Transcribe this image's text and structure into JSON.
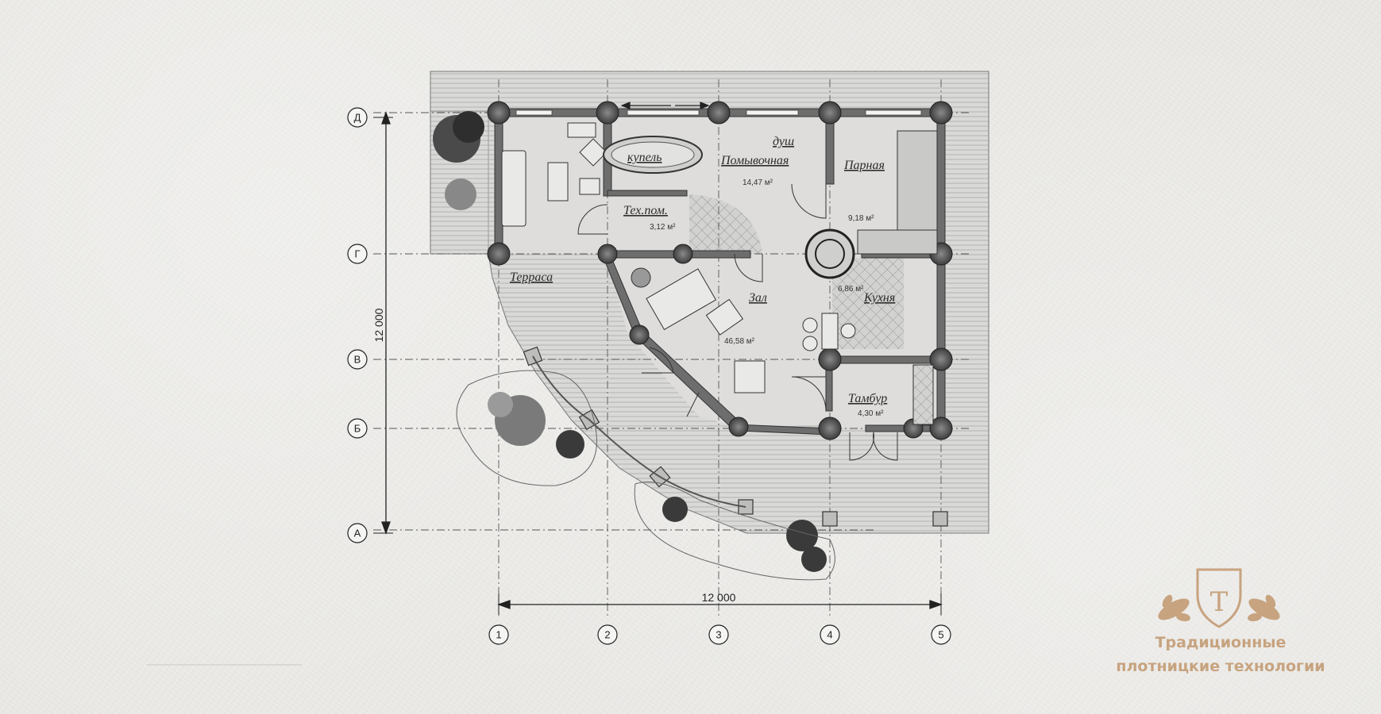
{
  "rooms": {
    "terrace": "Терраса",
    "kupel": "купель",
    "shower": "душ",
    "washroom": "Помывочная",
    "washroom_area": "14,47 м²",
    "steam": "Парная",
    "steam_area": "9,18 м²",
    "tech": "Тех.пом.",
    "tech_area": "3,12 м²",
    "hall": "Зал",
    "hall_area": "46,58 м²",
    "kitchen": "Кухня",
    "kitchen_area": "6,86 м²",
    "vestibule": "Тамбур",
    "vestibule_area": "4,30 м²"
  },
  "axes": {
    "letters": [
      "Д",
      "Г",
      "В",
      "Б",
      "А"
    ],
    "numbers": [
      "1",
      "2",
      "3",
      "4",
      "5"
    ]
  },
  "dimensions": {
    "horizontal": "12 000",
    "vertical": "12 000"
  },
  "logo": {
    "monogram": "Т",
    "line1": "Традиционные",
    "line2": "плотницкие технологии"
  },
  "colors": {
    "logo": "#c7a37f",
    "walls": "#6b6b6b",
    "lines": "#222222"
  }
}
